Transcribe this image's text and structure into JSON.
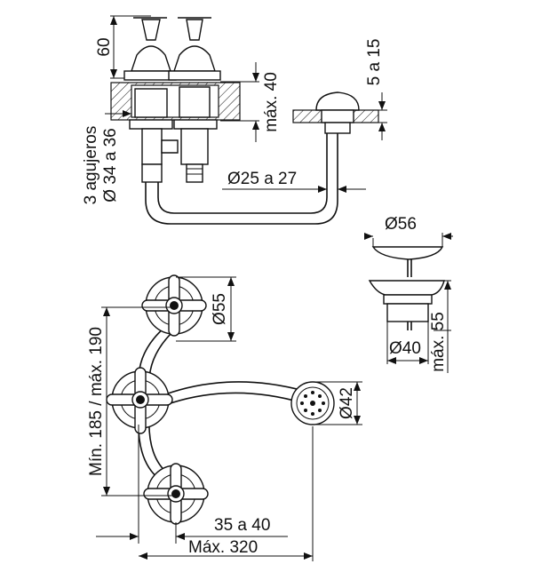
{
  "labels": {
    "height_handles": "60",
    "max_40": "máx. 40",
    "thickness": "5 a 15",
    "holes_line1": "3 agujeros",
    "holes_line2": "Ø 34 a 36",
    "pipe_diameter": "Ø25 a 27",
    "drain_diameter": "Ø56",
    "drain_inner": "Ø40",
    "drain_max": "máx. 55",
    "handle_diameter": "Ø55",
    "spout_diameter": "Ø42",
    "spacing": "Mín. 185 / máx. 190",
    "offset": "35 a 40",
    "max_length": "Máx. 320"
  }
}
